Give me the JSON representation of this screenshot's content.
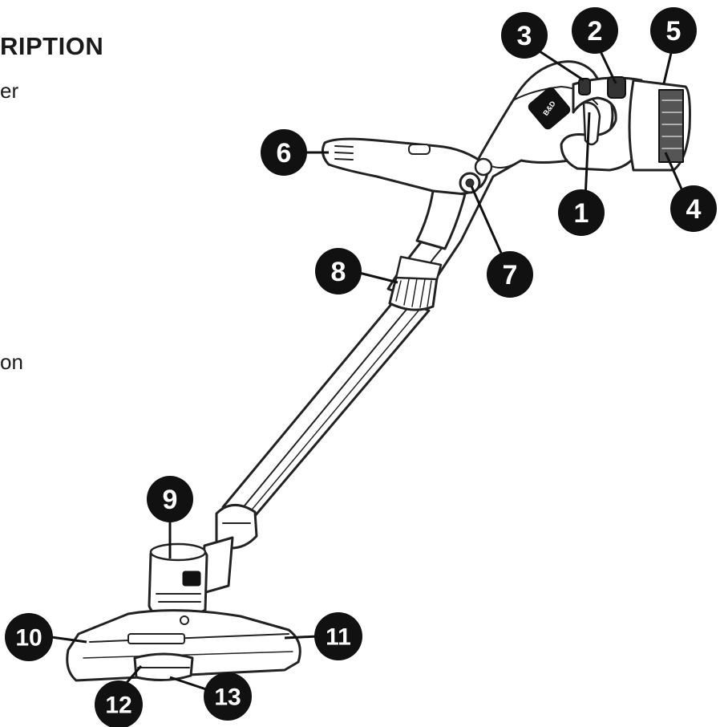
{
  "page": {
    "heading_fragment": "RIPTION",
    "text_fragments": [
      "er",
      "on"
    ]
  },
  "diagram": {
    "subject": "string trimmer line drawing",
    "callouts": [
      {
        "id": "c1",
        "label": "1"
      },
      {
        "id": "c2",
        "label": "2"
      },
      {
        "id": "c3",
        "label": "3"
      },
      {
        "id": "c4",
        "label": "4"
      },
      {
        "id": "c5",
        "label": "5"
      },
      {
        "id": "c6",
        "label": "6"
      },
      {
        "id": "c7",
        "label": "7"
      },
      {
        "id": "c8",
        "label": "8"
      },
      {
        "id": "c9",
        "label": "9"
      },
      {
        "id": "c10",
        "label": "10"
      },
      {
        "id": "c11",
        "label": "11"
      },
      {
        "id": "c12",
        "label": "12"
      },
      {
        "id": "c13",
        "label": "13"
      }
    ],
    "colors": {
      "ink": "#111111",
      "outline": "#222222",
      "fill": "#ffffff",
      "shade": "#9a9a9a"
    }
  }
}
